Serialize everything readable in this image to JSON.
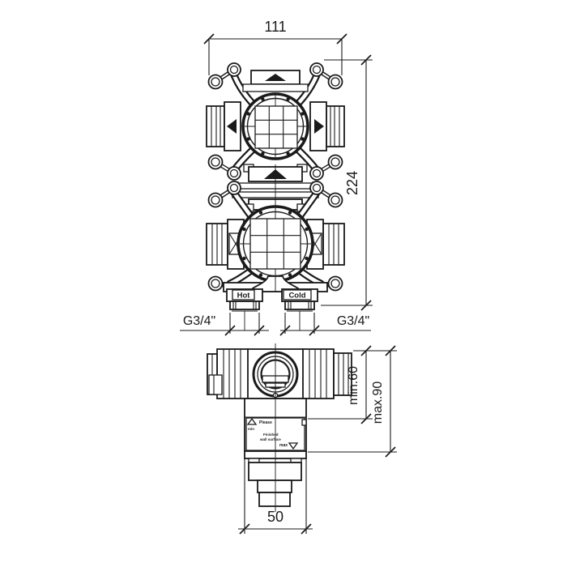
{
  "colors": {
    "line": "#1a1a1a",
    "background": "#ffffff"
  },
  "front": {
    "width_dim": "111",
    "height_dim": "224",
    "thread_left": "G3/4\"",
    "thread_right": "G3/4\"",
    "hot_label": "Hot",
    "cold_label": "Cold"
  },
  "side": {
    "min_depth_dim": "min.60",
    "max_depth_dim": "max.90",
    "width_dim": "50",
    "plate_line1": "Please",
    "plate_min": "min",
    "plate_line2": "Finished",
    "plate_line3": "wall surface",
    "plate_max": "max"
  }
}
